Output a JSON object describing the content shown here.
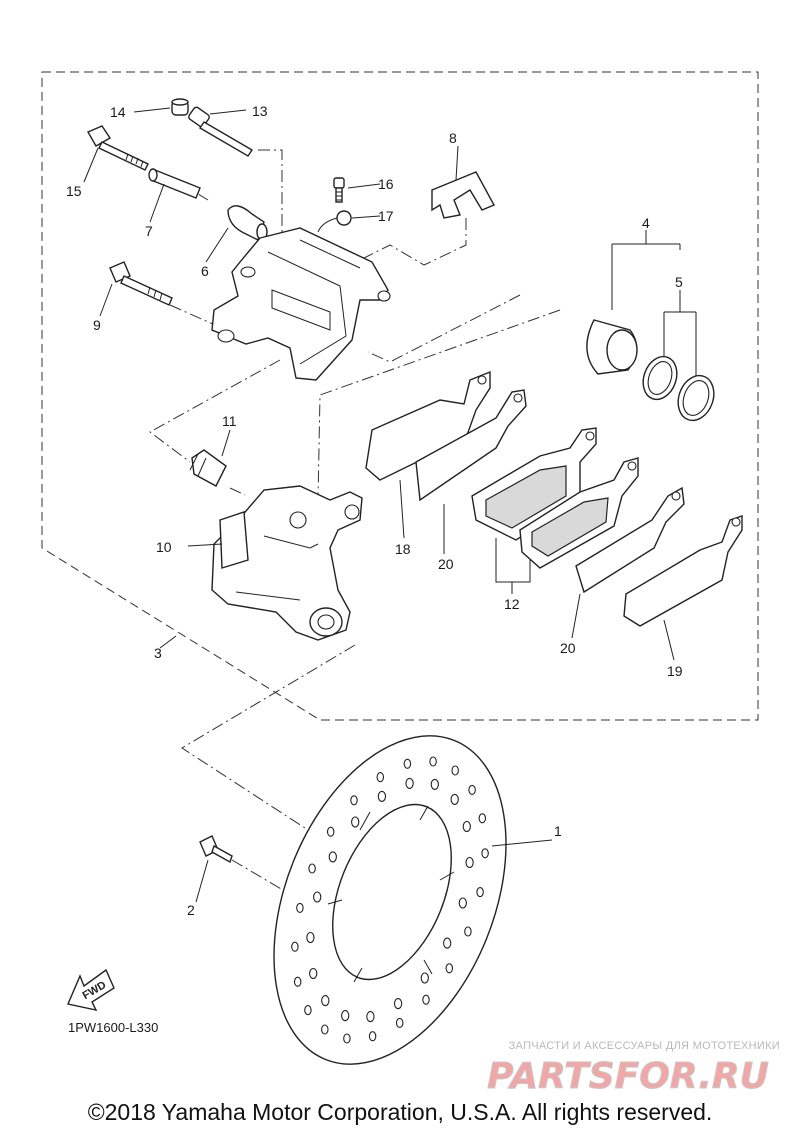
{
  "callouts": {
    "c1": "1",
    "c2": "2",
    "c3": "3",
    "c4": "4",
    "c5": "5",
    "c6": "6",
    "c7": "7",
    "c8": "8",
    "c9": "9",
    "c10": "10",
    "c11": "11",
    "c12": "12",
    "c13": "13",
    "c14": "14",
    "c15": "15",
    "c16": "16",
    "c17": "17",
    "c18": "18",
    "c19": "19",
    "c20a": "20",
    "c20b": "20"
  },
  "fwd_label": "FWD",
  "diagram_code": "1PW1600-L330",
  "watermark": {
    "caption": "ЗАПЧАСТИ И АКСЕССУАРЫ ДЛЯ МОТОТЕХНИКИ",
    "logo_text": "PARTSFOR.RU"
  },
  "copyright": "©2018 Yamaha Motor Corporation, U.S.A. All rights reserved.",
  "colors": {
    "line": "#222222",
    "watermark_red": "#f2a7a7",
    "watermark_grey": "#c8c8c8"
  }
}
